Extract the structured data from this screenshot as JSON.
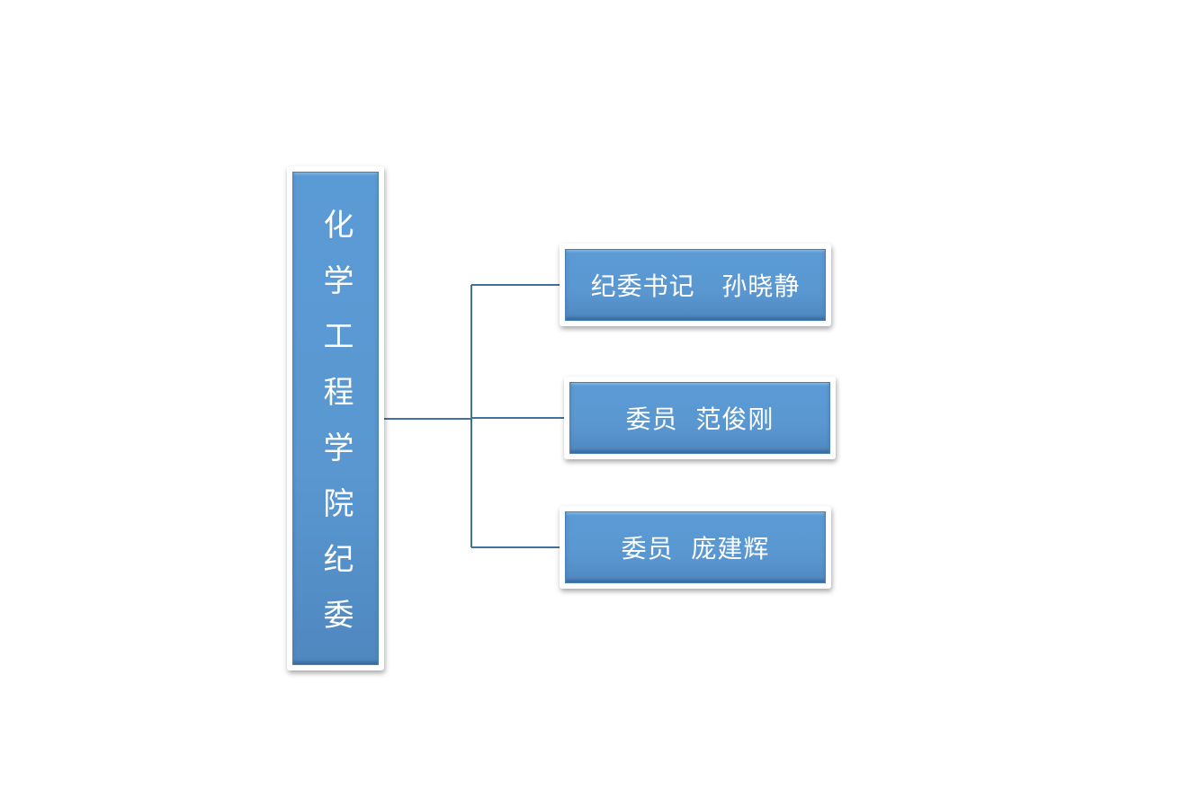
{
  "diagram": {
    "root": {
      "label": "化学工程学院纪委"
    },
    "members": [
      {
        "label": "纪委书记   孙晓静"
      },
      {
        "label": "委员  范俊刚"
      },
      {
        "label": "委员  庞建辉"
      }
    ],
    "colors": {
      "box_fill": "#5b9bd5",
      "box_border": "#4a80b8",
      "connector": "#41719c",
      "text": "#ffffff"
    }
  }
}
